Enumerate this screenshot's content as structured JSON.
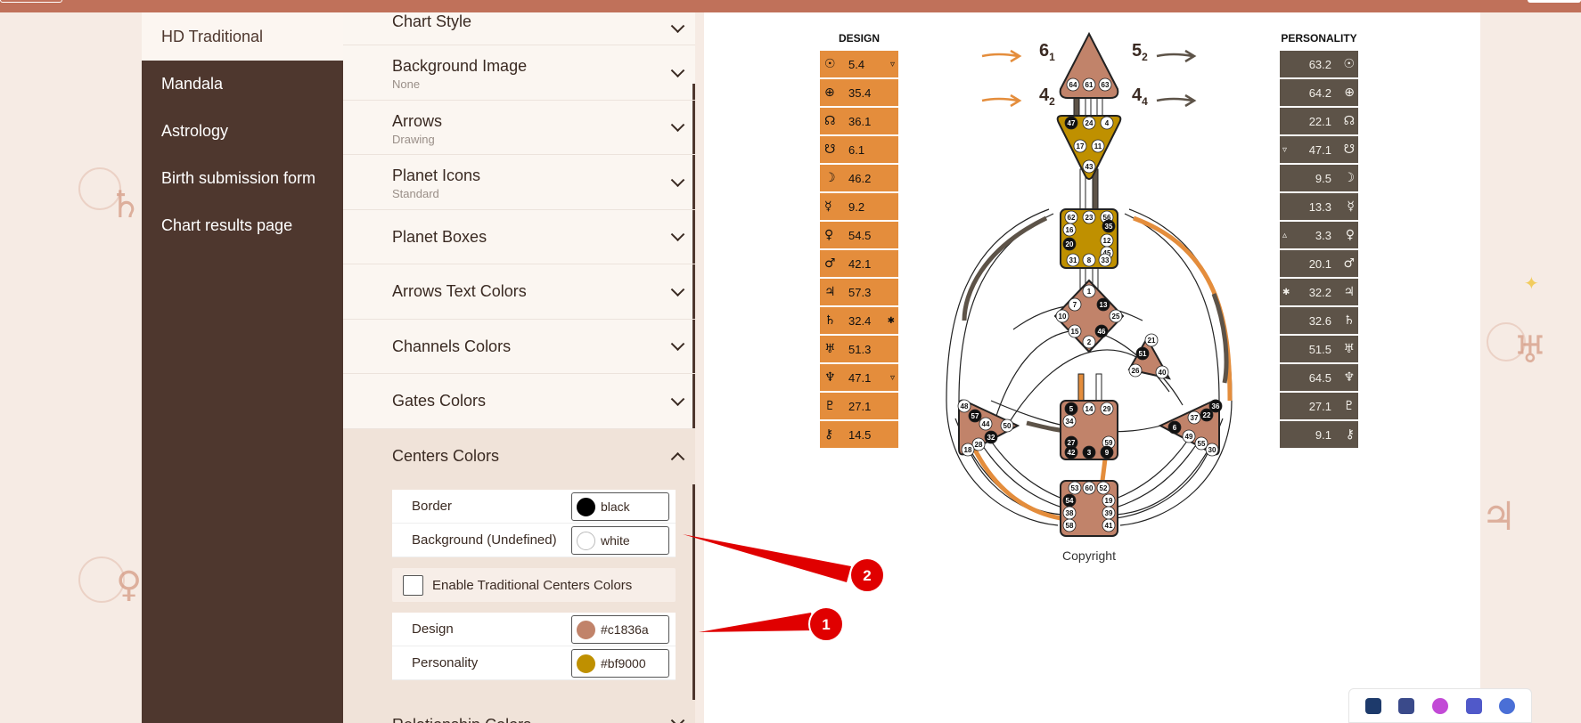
{
  "sidebar": {
    "items": [
      {
        "label": "HD Traditional",
        "active": true
      },
      {
        "label": "Mandala"
      },
      {
        "label": "Astrology"
      },
      {
        "label": "Birth submission form"
      },
      {
        "label": "Chart results page"
      }
    ]
  },
  "panel": {
    "sections": [
      {
        "title": "Chart Style",
        "subtitle": ""
      },
      {
        "title": "Background Image",
        "subtitle": "None"
      },
      {
        "title": "Arrows",
        "subtitle": "Drawing"
      },
      {
        "title": "Planet Icons",
        "subtitle": "Standard"
      },
      {
        "title": "Planet Boxes",
        "subtitle": ""
      },
      {
        "title": "Arrows Text Colors",
        "subtitle": ""
      },
      {
        "title": "Channels Colors",
        "subtitle": ""
      },
      {
        "title": "Gates Colors",
        "subtitle": ""
      }
    ],
    "centers_colors": {
      "title": "Centers Colors",
      "border": {
        "label": "Border",
        "value": "black",
        "color": "#000000"
      },
      "background": {
        "label": "Background (Undefined)",
        "value": "white",
        "color": "#ffffff"
      },
      "traditional": {
        "label": "Enable Traditional Centers Colors",
        "checked": false
      },
      "design": {
        "label": "Design",
        "value": "#c1836a",
        "color": "#c1836a"
      },
      "personality": {
        "label": "Personality",
        "value": "#bf9000",
        "color": "#bf9000"
      }
    },
    "next_section": {
      "title": "Relationship Colors"
    }
  },
  "annotations": {
    "marker1": "1",
    "marker2": "2"
  },
  "chart": {
    "design_title": "DESIGN",
    "personality_title": "PERSONALITY",
    "copyright": "Copyright",
    "arrows": {
      "top_left_num": "6",
      "top_left_sub": "1",
      "top_right_num": "5",
      "top_right_sub": "2",
      "bottom_left_num": "4",
      "bottom_left_sub": "2",
      "bottom_right_num": "4",
      "bottom_right_sub": "4"
    },
    "design": [
      {
        "icon": "sun-icon",
        "value": "5.4",
        "mark": "▿"
      },
      {
        "icon": "earth-icon",
        "value": "35.4",
        "mark": ""
      },
      {
        "icon": "north-node-icon",
        "value": "36.1",
        "mark": ""
      },
      {
        "icon": "south-node-icon",
        "value": "6.1",
        "mark": ""
      },
      {
        "icon": "moon-icon",
        "value": "46.2",
        "mark": ""
      },
      {
        "icon": "mercury-icon",
        "value": "9.2",
        "mark": ""
      },
      {
        "icon": "venus-icon",
        "value": "54.5",
        "mark": ""
      },
      {
        "icon": "mars-icon",
        "value": "42.1",
        "mark": ""
      },
      {
        "icon": "jupiter-icon",
        "value": "57.3",
        "mark": ""
      },
      {
        "icon": "saturn-icon",
        "value": "32.4",
        "mark": "✱"
      },
      {
        "icon": "uranus-icon",
        "value": "51.3",
        "mark": ""
      },
      {
        "icon": "neptune-icon",
        "value": "47.1",
        "mark": "▿"
      },
      {
        "icon": "pluto-icon",
        "value": "27.1",
        "mark": ""
      },
      {
        "icon": "chiron-icon",
        "value": "14.5",
        "mark": ""
      }
    ],
    "personality": [
      {
        "icon": "sun-icon",
        "value": "63.2",
        "mark": ""
      },
      {
        "icon": "earth-icon",
        "value": "64.2",
        "mark": ""
      },
      {
        "icon": "north-node-icon",
        "value": "22.1",
        "mark": ""
      },
      {
        "icon": "south-node-icon",
        "value": "47.1",
        "mark": "▿"
      },
      {
        "icon": "moon-icon",
        "value": "9.5",
        "mark": ""
      },
      {
        "icon": "mercury-icon",
        "value": "13.3",
        "mark": ""
      },
      {
        "icon": "venus-icon",
        "value": "3.3",
        "mark": "▵"
      },
      {
        "icon": "mars-icon",
        "value": "20.1",
        "mark": ""
      },
      {
        "icon": "jupiter-icon",
        "value": "32.2",
        "mark": "✱"
      },
      {
        "icon": "saturn-icon",
        "value": "32.6",
        "mark": ""
      },
      {
        "icon": "uranus-icon",
        "value": "51.5",
        "mark": ""
      },
      {
        "icon": "neptune-icon",
        "value": "64.5",
        "mark": ""
      },
      {
        "icon": "pluto-icon",
        "value": "27.1",
        "mark": ""
      },
      {
        "icon": "chiron-icon",
        "value": "9.1",
        "mark": ""
      }
    ],
    "gates": {
      "head": [
        "64",
        "61",
        "63"
      ],
      "ajna": [
        "47",
        "24",
        "4",
        "17",
        "11",
        "43"
      ],
      "throat": [
        "62",
        "23",
        "56",
        "16",
        "35",
        "20",
        "12",
        "45",
        "31",
        "8",
        "33"
      ],
      "g": [
        "1",
        "7",
        "13",
        "10",
        "25",
        "15",
        "46",
        "2"
      ],
      "ego": [
        "21",
        "51",
        "26",
        "40"
      ],
      "spleen": [
        "48",
        "57",
        "44",
        "50",
        "32",
        "28",
        "18"
      ],
      "sacral": [
        "5",
        "14",
        "29",
        "34",
        "27",
        "59",
        "42",
        "3",
        "9"
      ],
      "solar": [
        "36",
        "22",
        "37",
        "6",
        "49",
        "55",
        "30"
      ],
      "root": [
        "53",
        "60",
        "52",
        "54",
        "19",
        "38",
        "39",
        "58",
        "41"
      ]
    }
  },
  "colors": {
    "design_orange": "#e48d3c",
    "personality_dark": "#5d5348",
    "center_design": "#c1836a",
    "center_personality": "#bf9000",
    "annotation_red": "#e00000",
    "sidebar_bg": "#4e372e",
    "topbar": "#c0715a"
  },
  "taskbar": {
    "icons": [
      "terminal-icon",
      "clipboard-icon",
      "firefox-icon",
      "teams-icon",
      "settings-icon"
    ]
  }
}
